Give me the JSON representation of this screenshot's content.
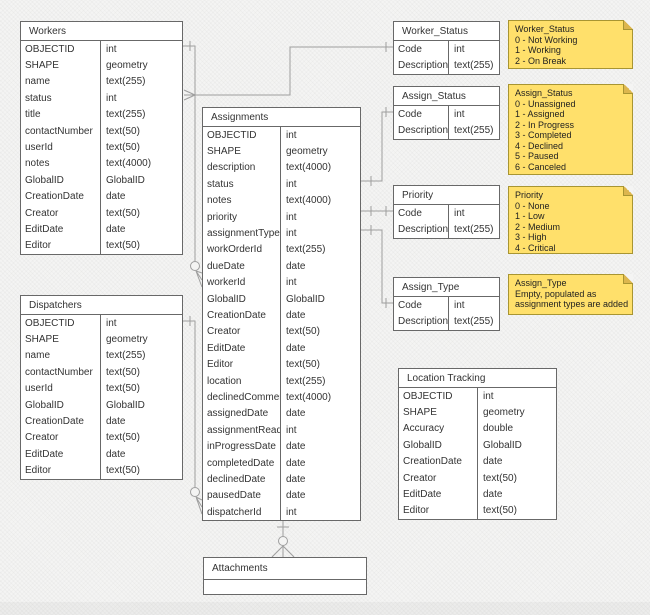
{
  "tables": {
    "workers": {
      "title": "Workers",
      "fields": [
        {
          "name": "OBJECTID",
          "type": "int"
        },
        {
          "name": "SHAPE",
          "type": "geometry"
        },
        {
          "name": "name",
          "type": "text(255)"
        },
        {
          "name": "status",
          "type": "int"
        },
        {
          "name": "title",
          "type": "text(255)"
        },
        {
          "name": "contactNumber",
          "type": "text(50)"
        },
        {
          "name": "userId",
          "type": "text(50)"
        },
        {
          "name": "notes",
          "type": "text(4000)"
        },
        {
          "name": "GlobalID",
          "type": "GlobalID"
        },
        {
          "name": "CreationDate",
          "type": "date"
        },
        {
          "name": "Creator",
          "type": "text(50)"
        },
        {
          "name": "EditDate",
          "type": "date"
        },
        {
          "name": "Editor",
          "type": "text(50)"
        }
      ]
    },
    "dispatchers": {
      "title": "Dispatchers",
      "fields": [
        {
          "name": "OBJECTID",
          "type": "int"
        },
        {
          "name": "SHAPE",
          "type": "geometry"
        },
        {
          "name": "name",
          "type": "text(255)"
        },
        {
          "name": "contactNumber",
          "type": "text(50)"
        },
        {
          "name": "userId",
          "type": "text(50)"
        },
        {
          "name": "GlobalID",
          "type": "GlobalID"
        },
        {
          "name": "CreationDate",
          "type": "date"
        },
        {
          "name": "Creator",
          "type": "text(50)"
        },
        {
          "name": "EditDate",
          "type": "date"
        },
        {
          "name": "Editor",
          "type": "text(50)"
        }
      ]
    },
    "assignments": {
      "title": "Assignments",
      "fields": [
        {
          "name": "OBJECTID",
          "type": "int"
        },
        {
          "name": "SHAPE",
          "type": "geometry"
        },
        {
          "name": "description",
          "type": "text(4000)"
        },
        {
          "name": "status",
          "type": "int"
        },
        {
          "name": "notes",
          "type": "text(4000)"
        },
        {
          "name": "priority",
          "type": "int"
        },
        {
          "name": "assignmentType",
          "type": "int"
        },
        {
          "name": "workOrderId",
          "type": "text(255)"
        },
        {
          "name": "dueDate",
          "type": "date"
        },
        {
          "name": "workerId",
          "type": "int"
        },
        {
          "name": "GlobalID",
          "type": "GlobalID"
        },
        {
          "name": "CreationDate",
          "type": "date"
        },
        {
          "name": "Creator",
          "type": "text(50)"
        },
        {
          "name": "EditDate",
          "type": "date"
        },
        {
          "name": "Editor",
          "type": "text(50)"
        },
        {
          "name": "location",
          "type": "text(255)"
        },
        {
          "name": "declinedComment",
          "type": "text(4000)"
        },
        {
          "name": "assignedDate",
          "type": "date"
        },
        {
          "name": "assignmentRead",
          "type": "int"
        },
        {
          "name": "inProgressDate",
          "type": "date"
        },
        {
          "name": "completedDate",
          "type": "date"
        },
        {
          "name": "declinedDate",
          "type": "date"
        },
        {
          "name": "pausedDate",
          "type": "date"
        },
        {
          "name": "dispatcherId",
          "type": "int"
        }
      ]
    },
    "worker_status": {
      "title": "Worker_Status",
      "fields": [
        {
          "name": "Code",
          "type": "int"
        },
        {
          "name": "Description",
          "type": "text(255)"
        }
      ]
    },
    "assign_status": {
      "title": "Assign_Status",
      "fields": [
        {
          "name": "Code",
          "type": "int"
        },
        {
          "name": "Description",
          "type": "text(255)"
        }
      ]
    },
    "priority": {
      "title": "Priority",
      "fields": [
        {
          "name": "Code",
          "type": "int"
        },
        {
          "name": "Description",
          "type": "text(255)"
        }
      ]
    },
    "assign_type": {
      "title": "Assign_Type",
      "fields": [
        {
          "name": "Code",
          "type": "int"
        },
        {
          "name": "Description",
          "type": "text(255)"
        }
      ]
    },
    "location_tracking": {
      "title": "Location Tracking",
      "fields": [
        {
          "name": "OBJECTID",
          "type": "int"
        },
        {
          "name": "SHAPE",
          "type": "geometry"
        },
        {
          "name": "Accuracy",
          "type": "double"
        },
        {
          "name": "GlobalID",
          "type": "GlobalID"
        },
        {
          "name": "CreationDate",
          "type": "date"
        },
        {
          "name": "Creator",
          "type": "text(50)"
        },
        {
          "name": "EditDate",
          "type": "date"
        },
        {
          "name": "Editor",
          "type": "text(50)"
        }
      ]
    },
    "attachments": {
      "title": "Attachments",
      "fields": []
    }
  },
  "notes": {
    "worker_status": {
      "title": "Worker_Status",
      "lines": [
        "0 - Not Working",
        "1 - Working",
        "2 - On Break"
      ]
    },
    "assign_status": {
      "title": "Assign_Status",
      "lines": [
        "0 - Unassigned",
        "1 - Assigned",
        "2 - In Progress",
        "3 - Completed",
        "4 - Declined",
        "5 - Paused",
        "6 - Canceled"
      ]
    },
    "priority": {
      "title": "Priority",
      "lines": [
        "0 - None",
        "1 - Low",
        "2 - Medium",
        "3 - High",
        "4 - Critical"
      ]
    },
    "assign_type": {
      "title": "Assign_Type",
      "lines": [
        "Empty, populated as",
        "assignment types are added"
      ]
    }
  },
  "colors": {
    "note_fill": "#ffe06b",
    "note_border": "#a89532",
    "table_border": "#686868",
    "connector": "#9e9e9e",
    "background": "#f4f4f3"
  }
}
